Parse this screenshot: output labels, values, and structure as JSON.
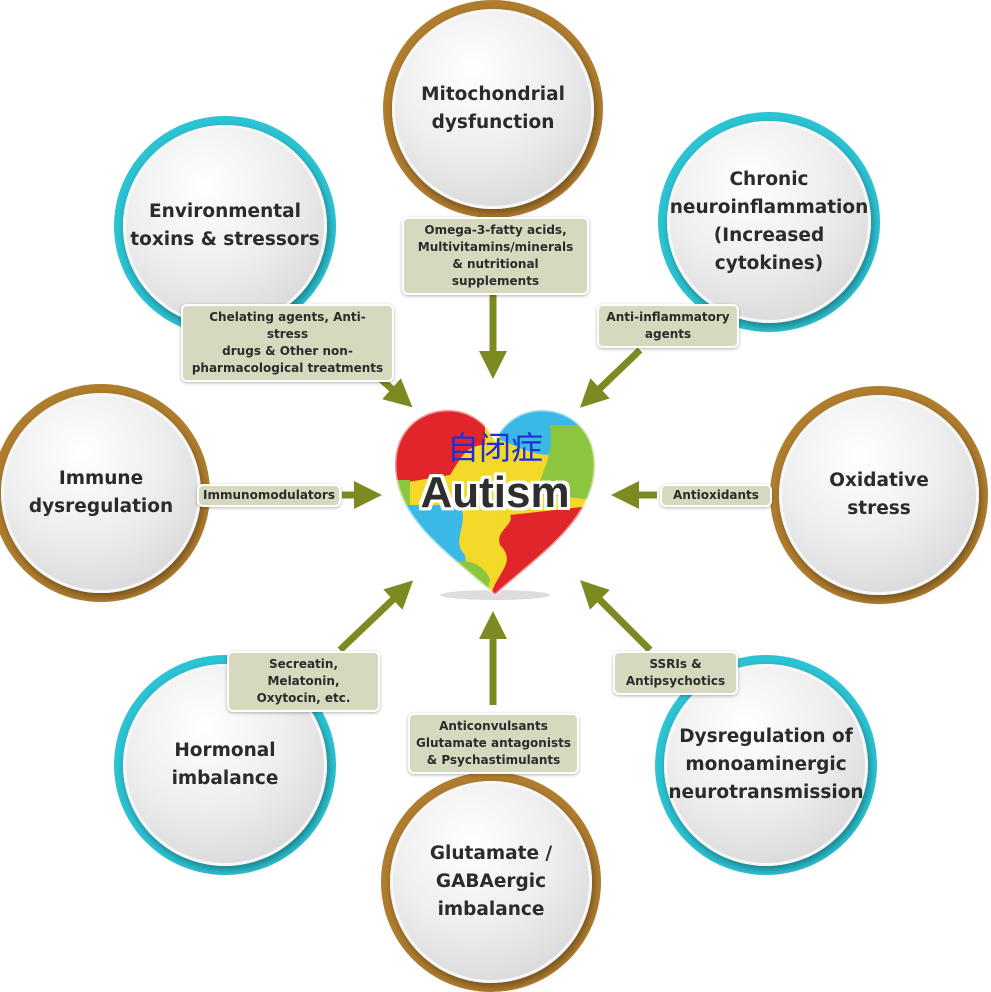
{
  "center": {
    "title_cn": "自闭症",
    "title": "Autism"
  },
  "colors": {
    "brown": "#b07d2e",
    "teal": "#2cc3d3",
    "arrow": "#7d8a22",
    "label_bg": "#d7d9bf"
  },
  "nodes": {
    "mitochondrial": "Mitochondrial\ndysfunction",
    "environmental": "Environmental\ntoxins & stressors",
    "chronic": "Chronic\nneuroinflammation\n(Increased\ncytokines)",
    "immune": "Immune\ndysregulation",
    "oxidative": "Oxidative\nstress",
    "hormonal": "Hormonal\nimbalance",
    "glutamate": "Glutamate /\nGABAergic\nimbalance",
    "monoaminergic": "Dysregulation of\nmonoaminergic\nneurotransmission"
  },
  "treatments": {
    "mitochondrial": "Omega-3-fatty acids,\nMultivitamins/minerals\n& nutritional supplements",
    "environmental": "Chelating agents, Anti-stress\ndrugs & Other non-\npharmacological treatments",
    "chronic": "Anti-inflammatory\nagents",
    "immune": "Immunomodulators",
    "oxidative": "Antioxidants",
    "hormonal": "Secreatin, Melatonin,\nOxytocin, etc.",
    "glutamate": "Anticonvulsants\nGlutamate antagonists\n& Psychastimulants",
    "monoaminergic": "SSRIs &\nAntipsychotics"
  }
}
